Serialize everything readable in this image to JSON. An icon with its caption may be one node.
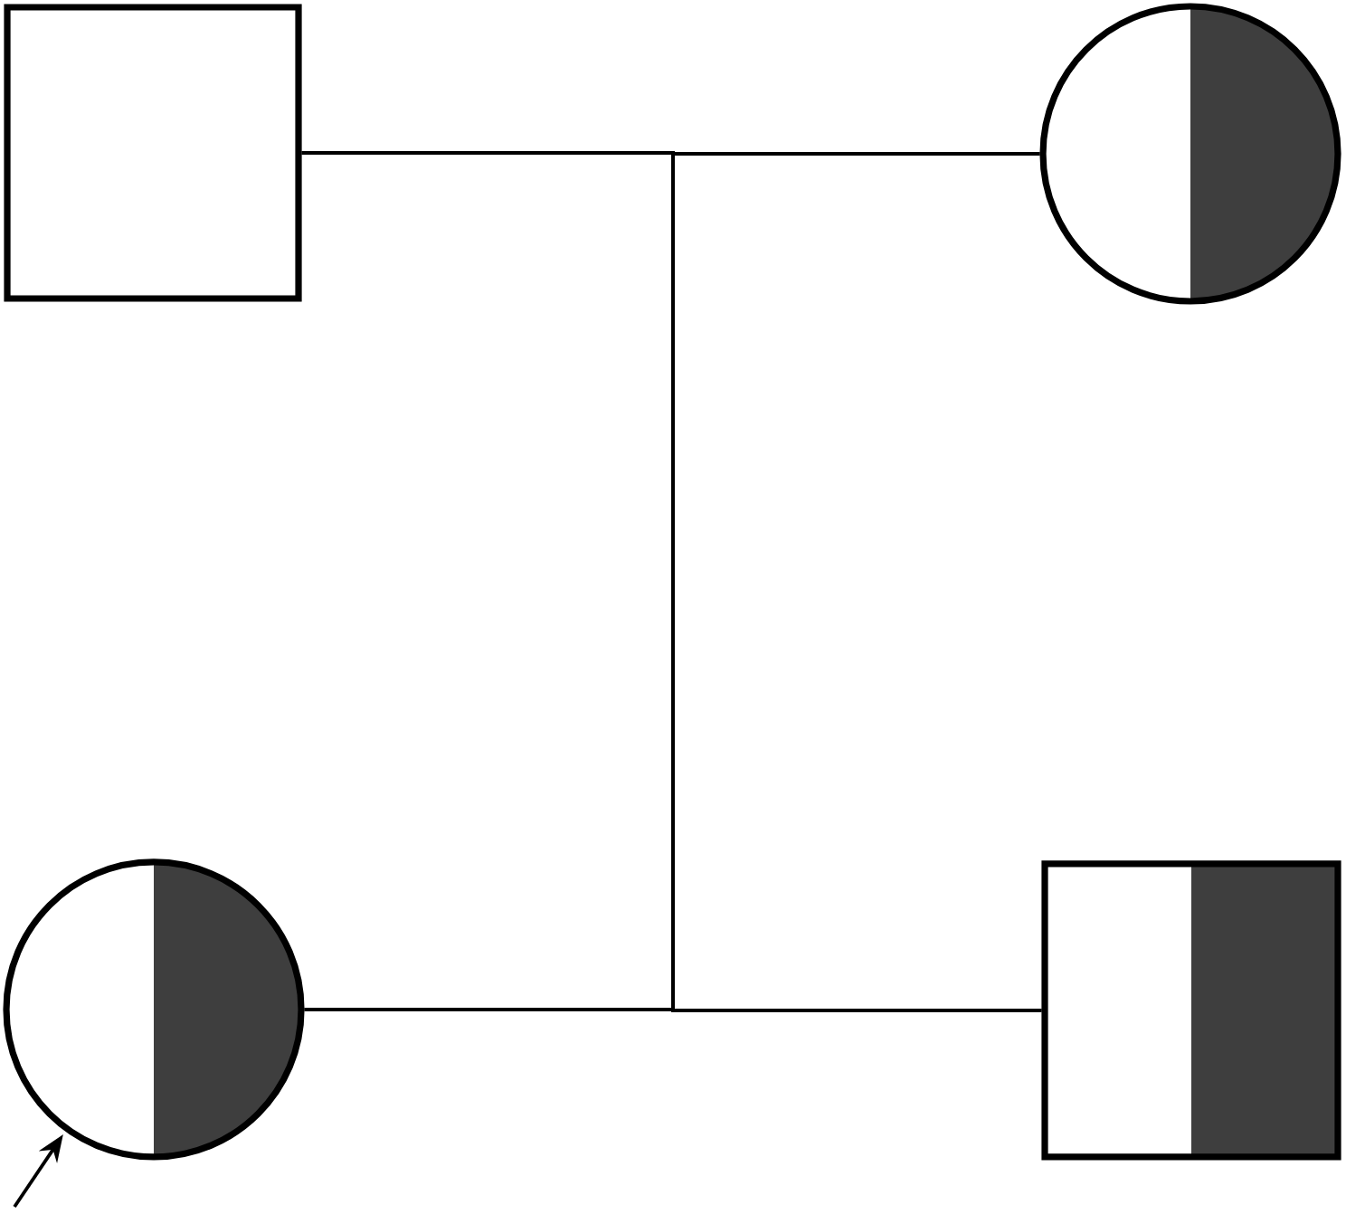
{
  "diagram": {
    "nodes": [
      {
        "text": [],
        "shape": "box"
      },
      {
        "text": [],
        "shape": "circle"
      },
      {
        "text": [],
        "shape": "circle"
      },
      {
        "text": [],
        "shape": "box"
      }
    ],
    "edges": [
      {
        "from": 0,
        "to": 2,
        "arrow": "none"
      },
      {
        "from": 0,
        "to": 3,
        "arrow": "none"
      },
      {
        "from": 1,
        "to": 2,
        "arrow": "none"
      },
      {
        "from": 1,
        "to": 3,
        "arrow": "none"
      },
      {
        "from": null,
        "to": 2,
        "arrow": "to"
      }
    ]
  }
}
